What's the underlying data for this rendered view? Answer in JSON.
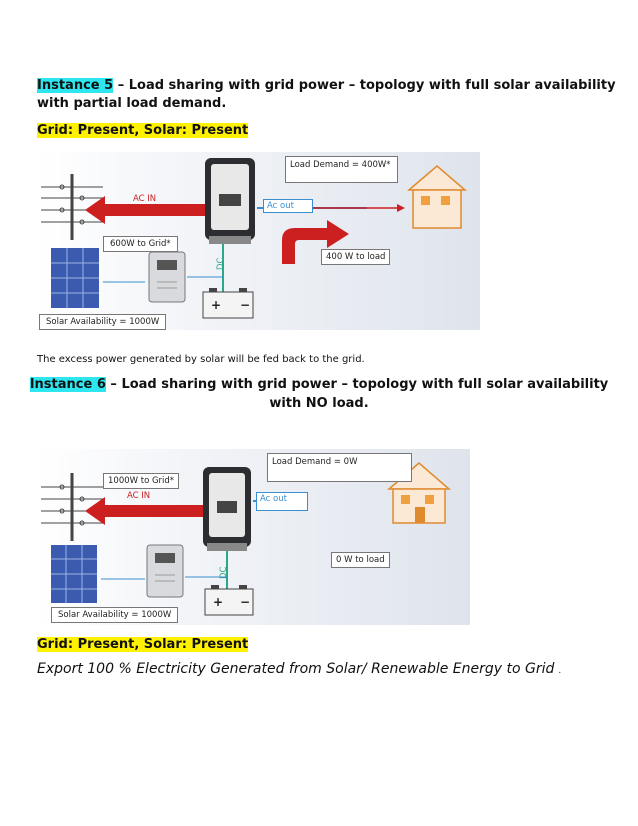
{
  "instance5": {
    "tag": "Instance 5",
    "title_rest": " – Load sharing with grid power – topology with full solar availability",
    "title_line2": "with partial load demand.",
    "status": "Grid: Present, Solar: Present",
    "diagram": {
      "load_demand": "Load Demand = 400W*",
      "ac_in": "AC IN",
      "ac_out": "Ac out",
      "to_grid": "600W to Grid*",
      "to_load": "400 W to load",
      "dc": "DC",
      "solar": "Solar Availability = 1000W",
      "plus": "+",
      "minus": "−"
    },
    "note": "The excess power generated by solar will be fed back to the grid."
  },
  "instance6": {
    "tag": "Instance 6",
    "title_rest": " – Load sharing with grid power – topology with full solar availability",
    "title_line2": "with NO load.",
    "diagram": {
      "load_demand": "Load Demand = 0W",
      "ac_in": "AC IN",
      "ac_out": "Ac out",
      "to_grid": "1000W to Grid*",
      "to_load": "0 W to load",
      "dc": "DC",
      "solar": "Solar Availability = 1000W",
      "plus": "+",
      "minus": "−"
    },
    "status": "Grid: Present, Solar: Present",
    "export_text": "Export 100 % Electricity Generated from Solar/ Renewable Energy to Grid",
    "trailing": "."
  },
  "colors": {
    "cyan_highlight": "#2ee6f0",
    "yellow_highlight": "#fff200",
    "arrow_red": "#cc1f1f",
    "diagram_bg": "#e8ecf2"
  }
}
